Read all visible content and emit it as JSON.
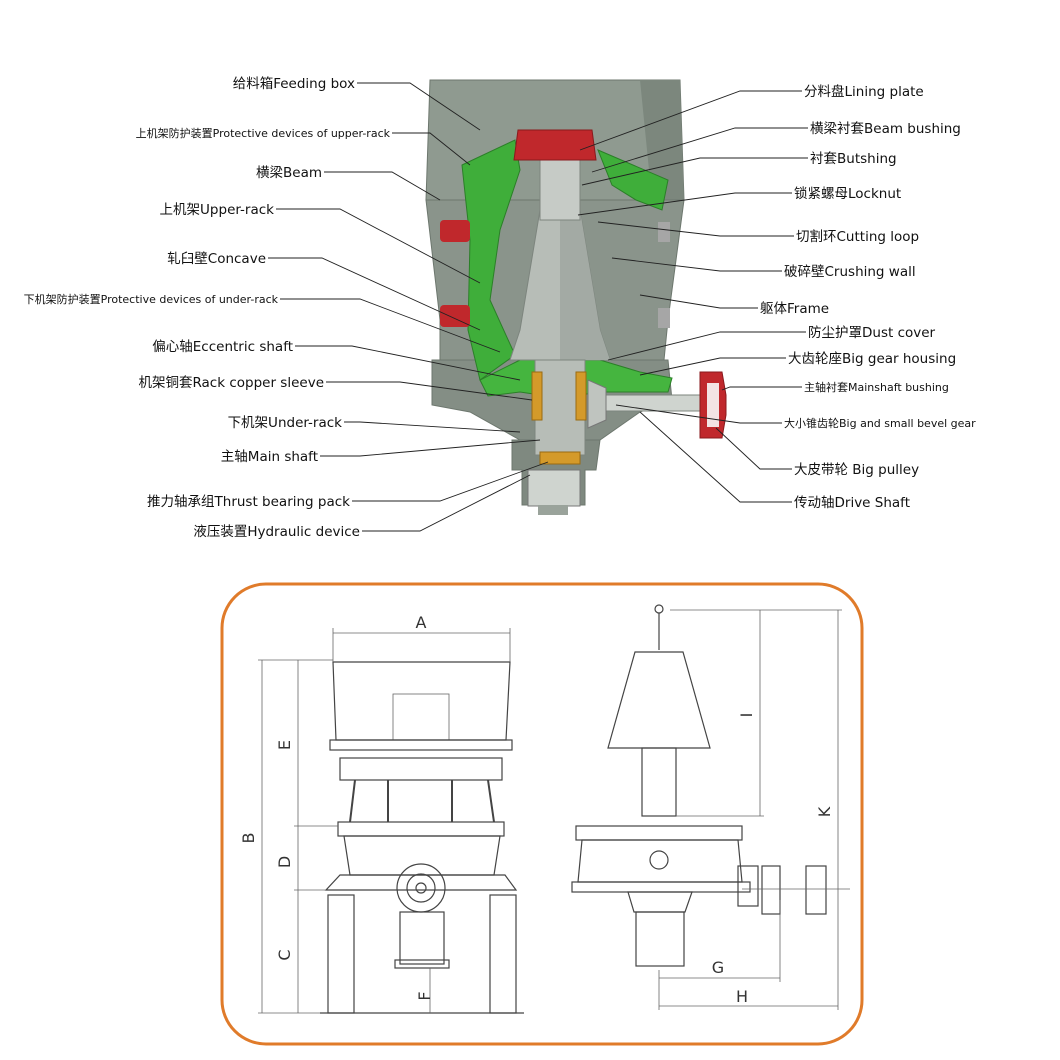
{
  "section_view": {
    "left_labels": [
      "给料箱Feeding box",
      "上机架防护装置Protective devices of upper-rack",
      "横梁Beam",
      "上机架Upper-rack",
      "轧臼壁Concave",
      "下机架防护装置Protective devices of under-rack",
      "偏心轴Eccentric shaft",
      "机架铜套Rack copper sleeve",
      "下机架Under-rack",
      "主轴Main shaft",
      "推力轴承组Thrust bearing pack",
      "液压装置Hydraulic device"
    ],
    "right_labels": [
      "分料盘Lining plate",
      "横梁衬套Beam bushing",
      "衬套Butshing",
      "锁紧螺母Locknut",
      "切割环Cutting loop",
      "破碎壁Crushing wall",
      "躯体Frame",
      "防尘护罩Dust cover",
      "大齿轮座Big gear housing",
      "主轴衬套Mainshaft bushing",
      "大小锥齿轮Big and small bevel gear",
      "大皮带轮 Big pulley",
      "传动轴Drive Shaft"
    ],
    "colors": {
      "body": "#8a948b",
      "green": "#3fae3a",
      "red": "#c0282c",
      "bronze": "#d49a2a"
    }
  },
  "dimension_drawing": {
    "frame_color": "#e07b2a",
    "dims": {
      "a": "A",
      "b": "B",
      "c": "C",
      "d": "D",
      "e": "E",
      "f": "F",
      "g": "G",
      "h": "H",
      "i": "I",
      "k": "K"
    }
  }
}
